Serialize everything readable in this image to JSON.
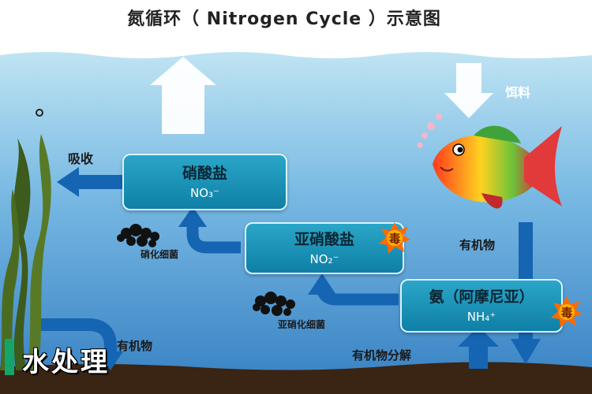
{
  "title": "氮循环（ Nitrogen Cycle ）示意图",
  "labels": {
    "feed": "饵料",
    "absorb": "吸收",
    "organic_matter_right": "有机物",
    "organic_matter_left": "有机物",
    "decomposition": "有机物分解",
    "nitrifying_bacteria": "硝化细菌",
    "nitrosifying_bacteria": "亚硝化细菌"
  },
  "boxes": {
    "nitrate": {
      "name": "硝酸盐",
      "formula": "NO₃⁻"
    },
    "nitrite": {
      "name": "亚硝酸盐",
      "formula": "NO₂⁻"
    },
    "ammonia": {
      "name": "氨（阿摩尼亚）",
      "formula": "NH₄⁺"
    }
  },
  "toxin_badge": "毒",
  "watermark": "水处理",
  "colors": {
    "water_top": "#bfe4f3",
    "water_bottom": "#3d86c6",
    "arrow": "#1565b3",
    "box": "#1c93bb",
    "sediment": "#3a2414"
  }
}
